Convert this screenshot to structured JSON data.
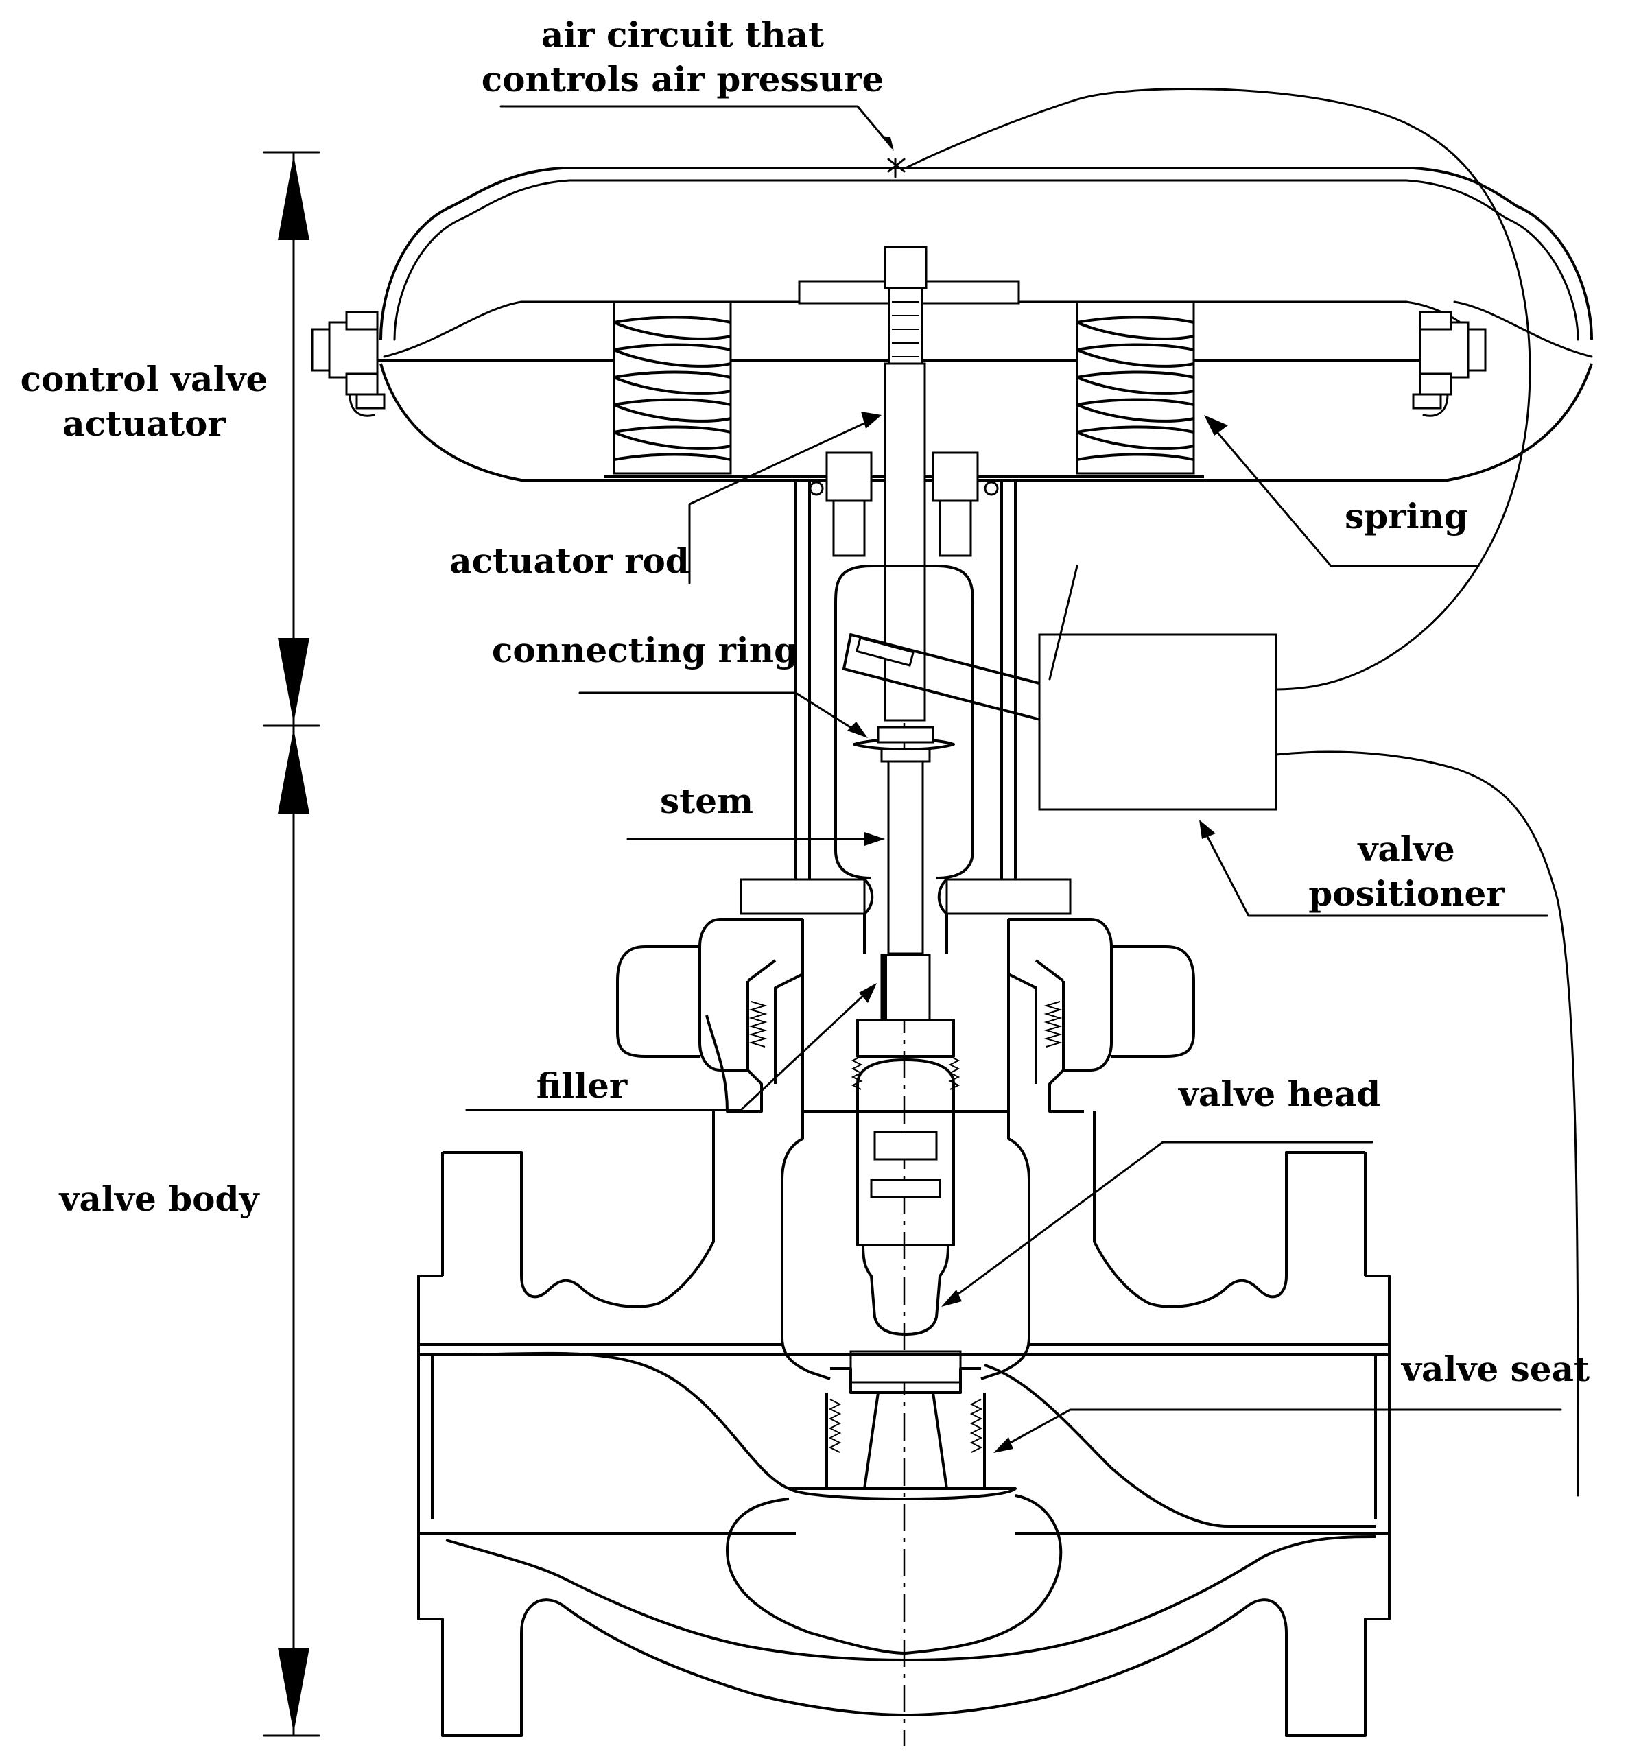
{
  "labels": {
    "air_circuit_line1": "air circuit that",
    "air_circuit_line2": "controls air pressure",
    "actuator_line1": "control valve",
    "actuator_line2": "actuator",
    "spring": "spring",
    "actuator_rod": "actuator rod",
    "connecting_ring": "connecting ring",
    "stem": "stem",
    "valve_positioner_line1": "valve",
    "valve_positioner_line2": "positioner",
    "filler": "filler",
    "valve_head": "valve head",
    "valve_body": "valve body",
    "valve_seat": "valve seat"
  }
}
